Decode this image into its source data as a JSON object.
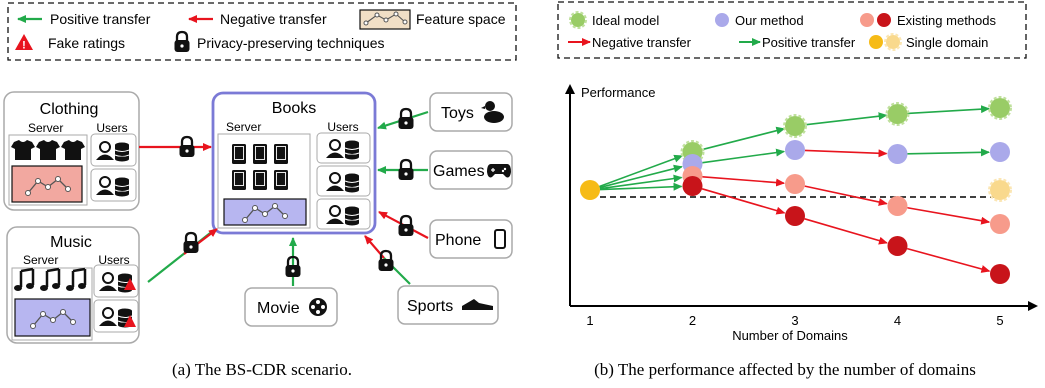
{
  "panel_a": {
    "legend": {
      "positive_transfer": "Positive transfer",
      "negative_transfer": "Negative transfer",
      "feature_space": "Feature space",
      "fake_ratings": "Fake ratings",
      "privacy": "Privacy-preserving techniques"
    },
    "domains": {
      "clothing": {
        "title": "Clothing",
        "server": "Server",
        "users": "Users"
      },
      "books": {
        "title": "Books",
        "server": "Server",
        "users": "Users"
      },
      "music": {
        "title": "Music",
        "server": "Server",
        "users": "Users"
      },
      "toys": "Toys",
      "games": "Games",
      "phone": "Phone",
      "sports": "Sports",
      "movie": "Movie"
    },
    "caption": "(a) The BS-CDR scenario."
  },
  "panel_b": {
    "legend": {
      "ideal": "Ideal model",
      "ours": "Our method",
      "existing": "Existing methods",
      "negative": "Negative transfer",
      "positive": "Positive transfer",
      "single": "Single domain"
    },
    "ylabel": "Performance",
    "xlabel": "Number of Domains",
    "caption": "(b) The performance affected by the number of domains"
  },
  "colors": {
    "positive": "#22aa4a",
    "negative": "#e8141e",
    "books_border": "#7b7ad6",
    "feature_pink": "#f2a8a0",
    "feature_purple": "#b7b6f0",
    "ideal": "#99cc66",
    "ours": "#aaa9ea",
    "existing_light": "#f79b8b",
    "existing_dark": "#c8141a",
    "single_yellow": "#f6bb16",
    "single_pale": "#f9d98d"
  },
  "chart_data": {
    "type": "line",
    "xlabel": "Number of Domains",
    "ylabel": "Performance",
    "x": [
      1,
      2,
      3,
      4,
      5
    ],
    "ylim": [
      0,
      100
    ],
    "single_domain": 50,
    "series": [
      {
        "name": "Ideal model",
        "x": [
          2,
          3,
          4,
          5
        ],
        "values": [
          69,
          82,
          88,
          91
        ]
      },
      {
        "name": "Our method",
        "x": [
          2,
          3,
          4,
          5
        ],
        "values": [
          63,
          70,
          68,
          69
        ]
      },
      {
        "name": "Existing methods",
        "x": [
          2,
          3,
          4,
          5
        ],
        "values": [
          57,
          53,
          42,
          33
        ]
      },
      {
        "name": "Existing methods",
        "x": [
          2,
          3,
          4,
          5
        ],
        "values": [
          52,
          37,
          22,
          8
        ]
      }
    ]
  }
}
